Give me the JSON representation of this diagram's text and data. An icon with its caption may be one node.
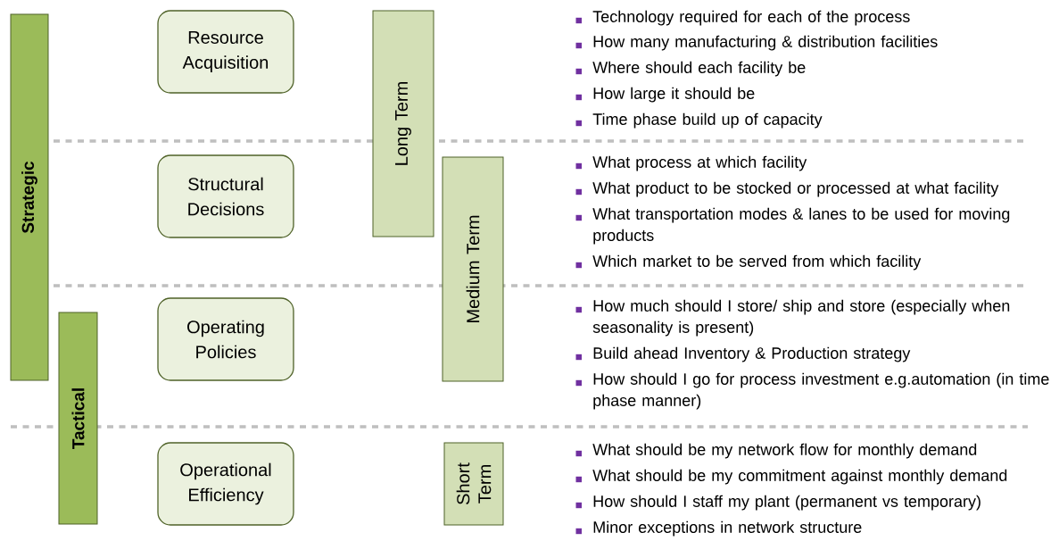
{
  "diagram": {
    "nodes": [
      {
        "text": [
          "Strategic"
        ]
      },
      {
        "text": [
          "Resource Acquisition"
        ]
      },
      {
        "text": [
          "Long Term"
        ]
      },
      {
        "text": [
          "Structural Decisions"
        ]
      },
      {
        "text": [
          "Medium Term"
        ]
      },
      {
        "text": [
          "Tactical"
        ]
      },
      {
        "text": [
          "Operating Policies"
        ]
      },
      {
        "text": [
          "Operational Efficiency"
        ]
      },
      {
        "text": [
          "Short Term"
        ]
      }
    ],
    "labels": [
      "Technology required for each of the process",
      "How many manufacturing & distribution facilities",
      "Where should each facility be",
      "How large it should be",
      "Time phase build up of capacity",
      "What process at which facility",
      "What product to be stocked or processed at what facility",
      "What transportation modes & lanes to be used for moving products",
      "Which market to be served from which facility",
      "How much should I store/ ship and store (especially when seasonality is present)",
      "Build ahead Inventory & Production strategy",
      "How should I go for process investment e.g.automation (in time phase manner)",
      "What should be my network flow for monthly demand",
      "What should be my commitment against monthly demand",
      "How should I staff my plant (permanent vs temporary)",
      "Minor exceptions in network structure"
    ]
  }
}
